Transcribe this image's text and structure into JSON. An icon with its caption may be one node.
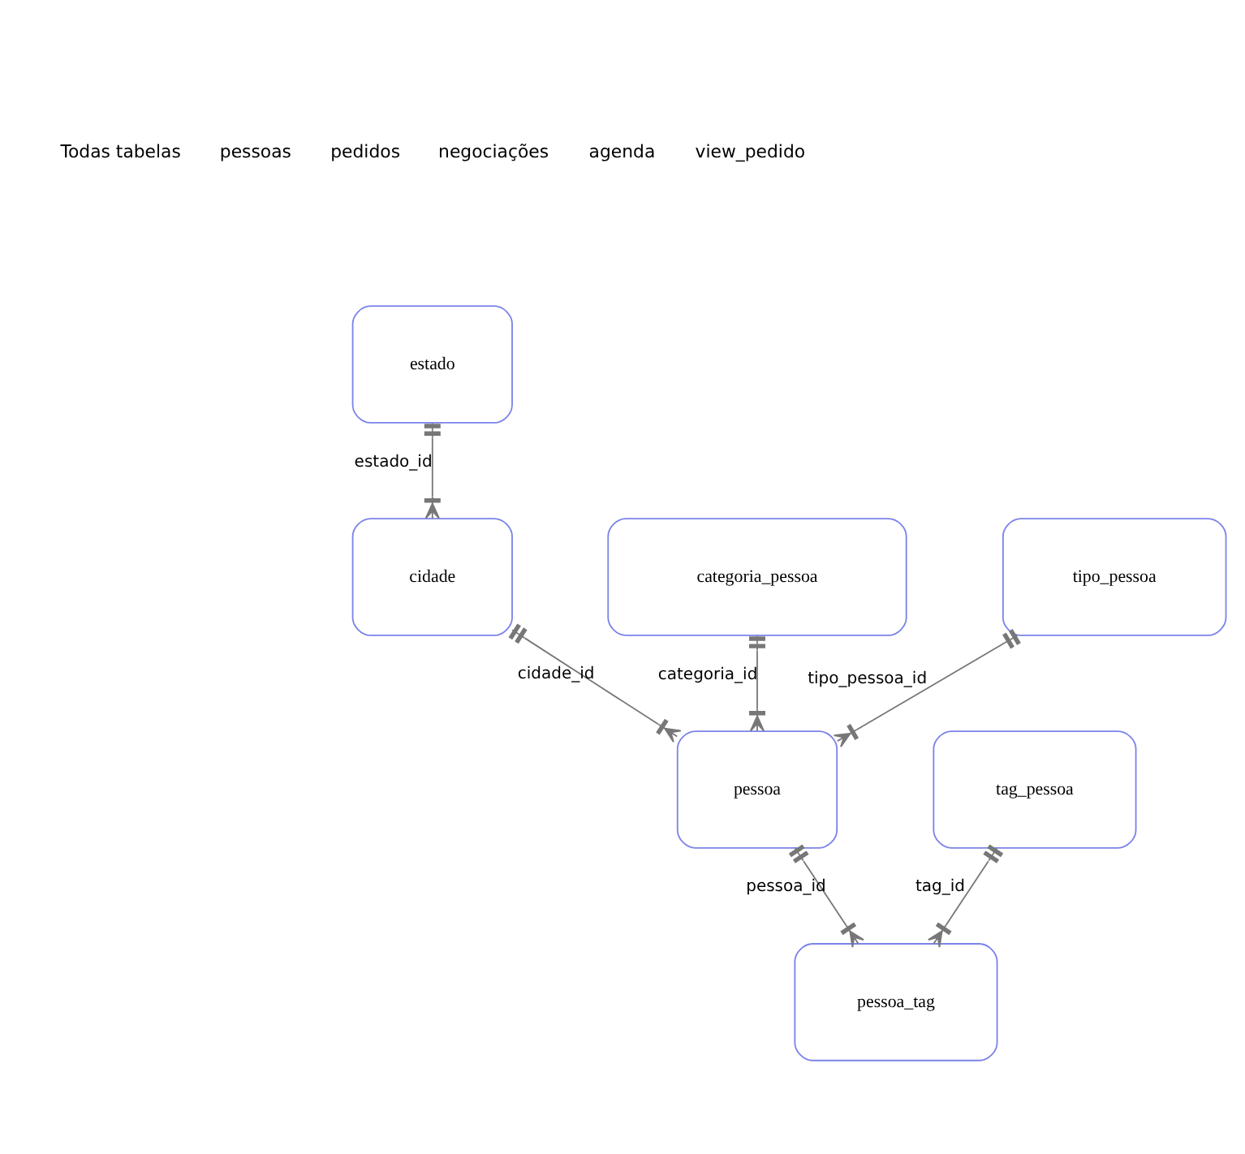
{
  "diagram": {
    "nodes": [
      {
        "text": [
          "estado"
        ]
      },
      {
        "text": [
          "categoria_pessoa"
        ]
      },
      {
        "text": [
          "cidade"
        ]
      },
      {
        "text": [
          "tipo_pessoa"
        ]
      },
      {
        "text": [
          "pessoa"
        ]
      },
      {
        "text": [
          "tag_pessoa"
        ]
      },
      {
        "text": [
          "pessoa_tag"
        ]
      }
    ],
    "edges": [
      {
        "from": 0,
        "to": 2,
        "arrow": "other",
        "label": "estado_id"
      },
      {
        "from": 1,
        "to": 4,
        "arrow": "other",
        "label": "categoria_id"
      },
      {
        "from": 2,
        "to": 4,
        "arrow": "other",
        "label": "cidade_id"
      },
      {
        "from": 3,
        "to": 4,
        "arrow": "other",
        "label": "tipo_pessoa_id"
      },
      {
        "from": 4,
        "to": 6,
        "arrow": "other",
        "label": "pessoa_id"
      },
      {
        "from": 5,
        "to": 6,
        "arrow": "other",
        "label": "tag_id"
      }
    ],
    "labels": [
      "Todas tabelas",
      "pessoas",
      "pedidos",
      "negociações",
      "agenda",
      "view_pedido"
    ]
  }
}
